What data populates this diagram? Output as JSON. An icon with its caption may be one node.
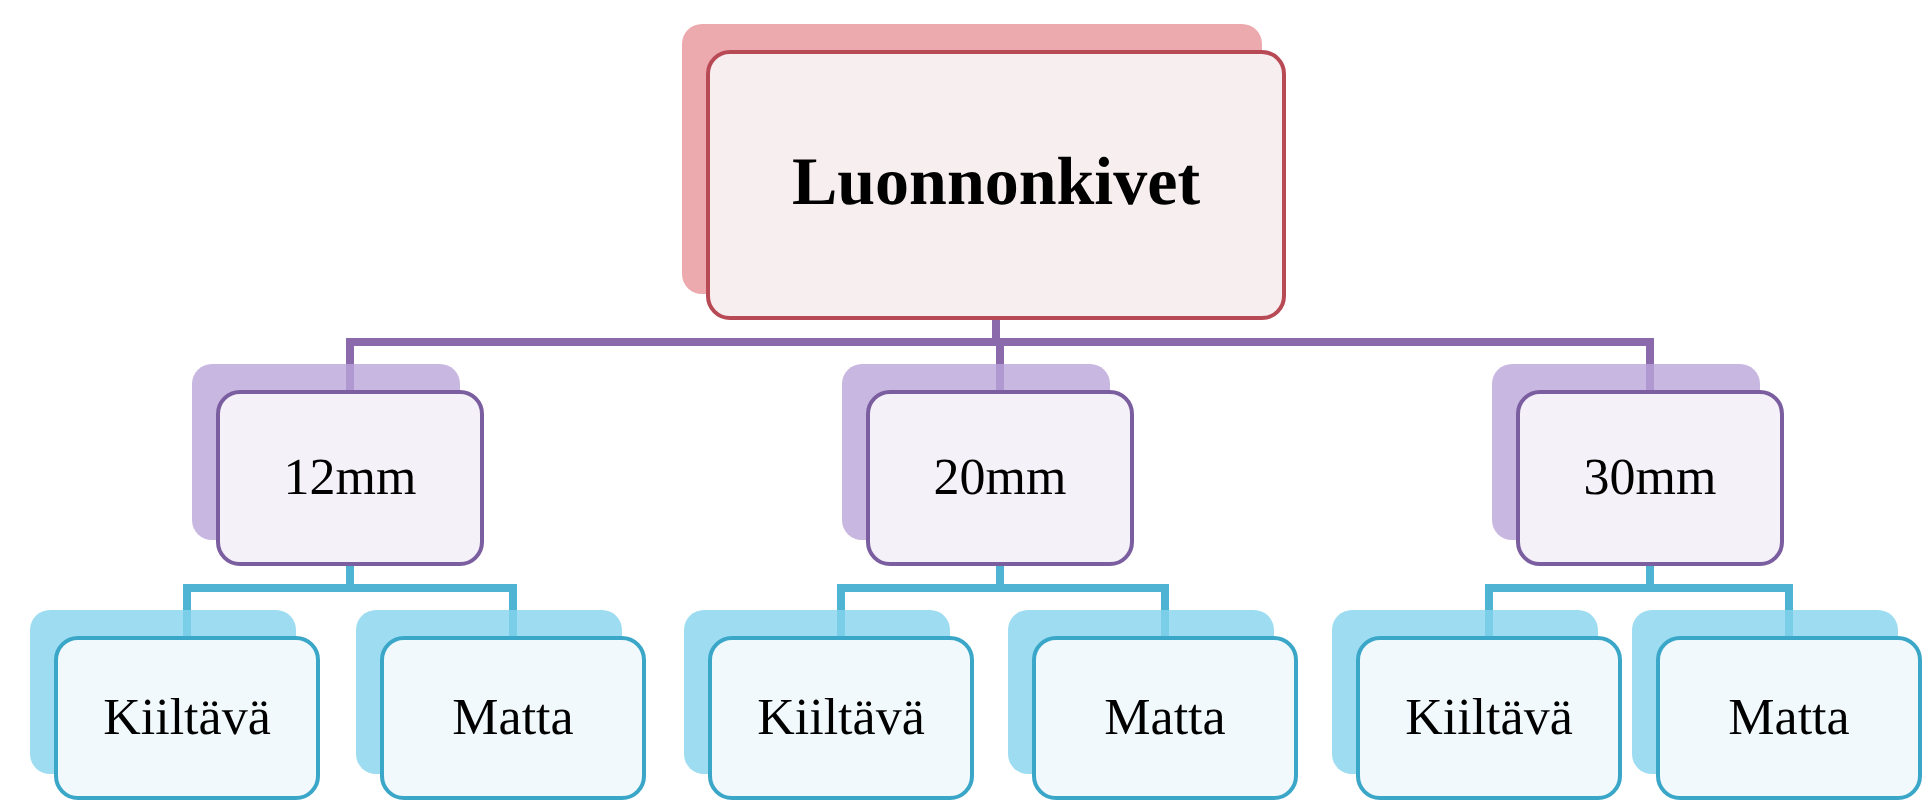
{
  "diagram": {
    "nodes": [
      {
        "text": [
          "Luonnonkivet"
        ]
      },
      {
        "text": [
          "12mm"
        ]
      },
      {
        "text": [
          "20mm"
        ]
      },
      {
        "text": [
          "30mm"
        ]
      },
      {
        "text": [
          "Kiiltävä"
        ]
      },
      {
        "text": [
          "Matta"
        ]
      },
      {
        "text": [
          "Kiiltävä"
        ]
      },
      {
        "text": [
          "Matta"
        ]
      },
      {
        "text": [
          "Kiiltävä"
        ]
      },
      {
        "text": [
          "Matta"
        ]
      }
    ],
    "edges": [
      {
        "from": 0,
        "to": 1,
        "arrow": "none",
        "color": "#8a6aaa"
      },
      {
        "from": 0,
        "to": 2,
        "arrow": "none",
        "color": "#8a6aaa"
      },
      {
        "from": 0,
        "to": 3,
        "arrow": "none",
        "color": "#8a6aaa"
      },
      {
        "from": 1,
        "to": 4,
        "arrow": "none"
      },
      {
        "from": 1,
        "to": 5,
        "arrow": "none"
      },
      {
        "from": 2,
        "to": 6,
        "arrow": "none"
      },
      {
        "from": 2,
        "to": 7,
        "arrow": "none"
      },
      {
        "from": 3,
        "to": 8,
        "arrow": "none"
      },
      {
        "from": 3,
        "to": 9,
        "arrow": "none"
      }
    ]
  }
}
